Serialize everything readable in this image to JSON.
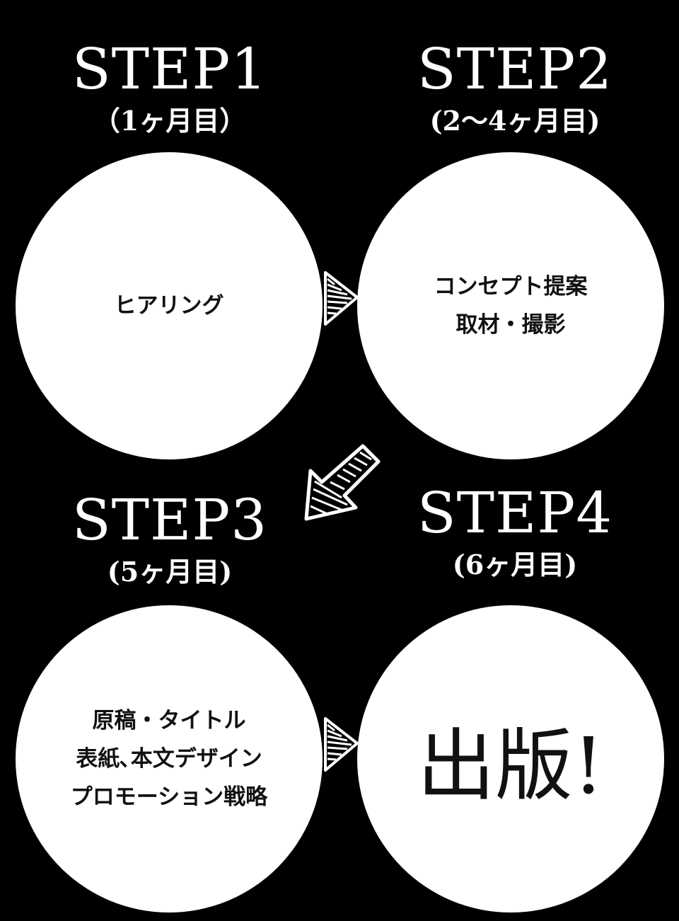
{
  "steps": [
    {
      "title": "STEP1",
      "period": "（1ヶ月目）",
      "lines": [
        "ヒアリング"
      ]
    },
    {
      "title": "STEP2",
      "period": "(2〜4ヶ月目)",
      "lines": [
        "コンセプト提案",
        "取材・撮影"
      ]
    },
    {
      "title": "STEP3",
      "period": "(5ヶ月目)",
      "lines": [
        "原稿・タイトル",
        "表紙､本文デザイン",
        "プロモーション戦略"
      ]
    },
    {
      "title": "STEP4",
      "period": "(6ヶ月目)",
      "lines": [
        "出版!"
      ]
    }
  ],
  "colors": {
    "background": "#000000",
    "circle": "#ffffff",
    "text": "#111111"
  }
}
